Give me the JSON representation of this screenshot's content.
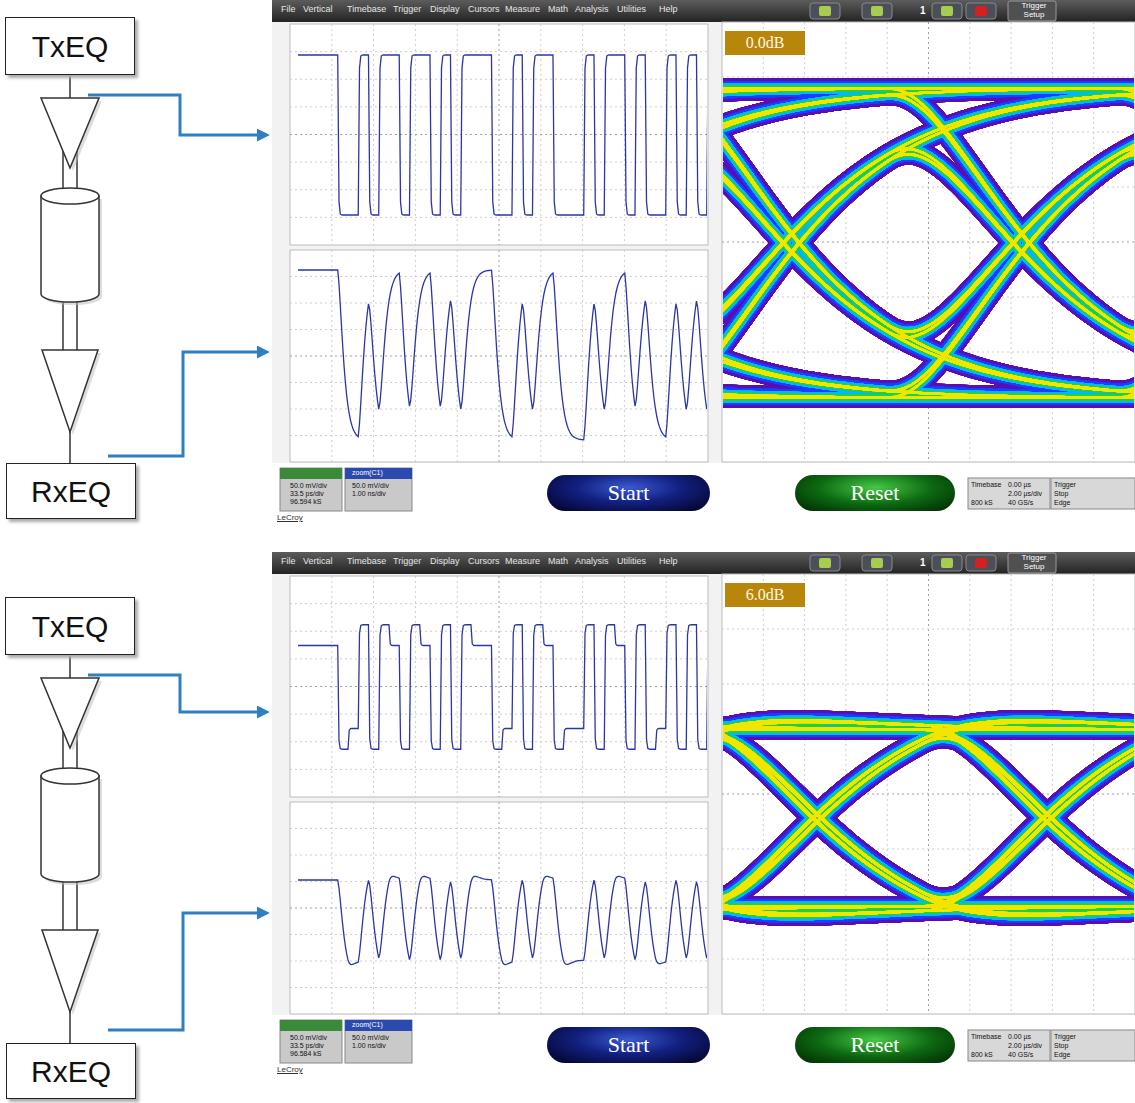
{
  "diagram": {
    "nodes": [
      {
        "text": [
          "TxEQ"
        ]
      },
      {
        "text": [
          "0.0dB"
        ]
      },
      {
        "text": [
          "RxEQ"
        ]
      },
      {
        "text": [
          "Start"
        ]
      },
      {
        "text": [
          "Reset"
        ]
      },
      {
        "text": [
          "TxEQ"
        ]
      },
      {
        "text": [
          "6.0dB"
        ]
      },
      {
        "text": [
          "RxEQ"
        ]
      },
      {
        "text": [
          "Start"
        ]
      },
      {
        "text": [
          "Reset"
        ]
      }
    ],
    "edges": [
      {
        "from": 0,
        "to": 2,
        "arrow": "none"
      },
      {
        "from": 5,
        "to": 7,
        "arrow": "none"
      }
    ],
    "labels": [
      "File",
      "Vertical",
      "Timebase",
      "Trigger",
      "Display",
      "Cursors",
      "Measure",
      "Math",
      "Analysis",
      "Utilities",
      "Help",
      "1",
      "Trigger Setup",
      "50.0 mV/div",
      "33.5 ps/div",
      "96.594 kS",
      "zoom(C1)",
      "50.0 mV/div",
      "1.00 ns/div",
      "LeCroy",
      "Timebase",
      "0.00 µs",
      "2.00 µs/div",
      "800 kS",
      "40 GS/s",
      "Trigger",
      "Stop",
      "Edge",
      "File",
      "Vertical",
      "Timebase",
      "Trigger",
      "Display",
      "Cursors",
      "Measure",
      "Math",
      "Analysis",
      "Utilities",
      "Help",
      "1",
      "Trigger Setup",
      "50.0 mV/div",
      "33.5 ps/div",
      "96.584 kS",
      "zoom(C1)",
      "50.0 mV/div",
      "1.00 ns/div",
      "LeCroy",
      "Timebase",
      "0.00 µs",
      "2.00 µs/div",
      "800 kS",
      "40 GS/s",
      "Trigger",
      "Stop",
      "Edge"
    ]
  }
}
